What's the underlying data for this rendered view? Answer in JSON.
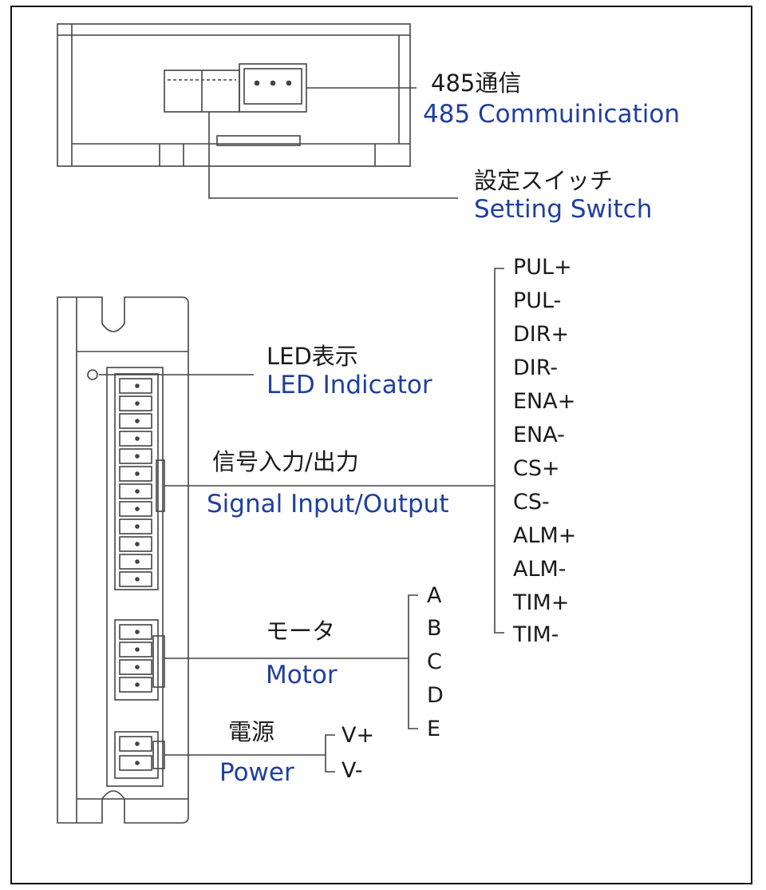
{
  "labels": {
    "comm_jp": "485通信",
    "comm_en": "485 Commuinication",
    "switch_jp": "設定スイッチ",
    "switch_en": "Setting Switch",
    "led_jp": "LED表示",
    "led_en": "LED Indicator",
    "signal_jp": "信号入力/出力",
    "signal_en": "Signal Input/Output",
    "motor_jp": "モータ",
    "motor_en": "Motor",
    "power_jp": "電源",
    "power_en": "Power"
  },
  "signal_pins": [
    "PUL+",
    "PUL-",
    "DIR+",
    "DIR-",
    "ENA+",
    "ENA-",
    "CS+",
    "CS-",
    "ALM+",
    "ALM-",
    "TIM+",
    "TIM-"
  ],
  "motor_pins": [
    "A",
    "B",
    "C",
    "D",
    "E"
  ],
  "power_pins": [
    "V+",
    "V-"
  ],
  "colors": {
    "english_label": "#1f3f9f",
    "japanese_label": "#1a1a1a",
    "drawing_line": "#444444",
    "frame": "#111111"
  }
}
